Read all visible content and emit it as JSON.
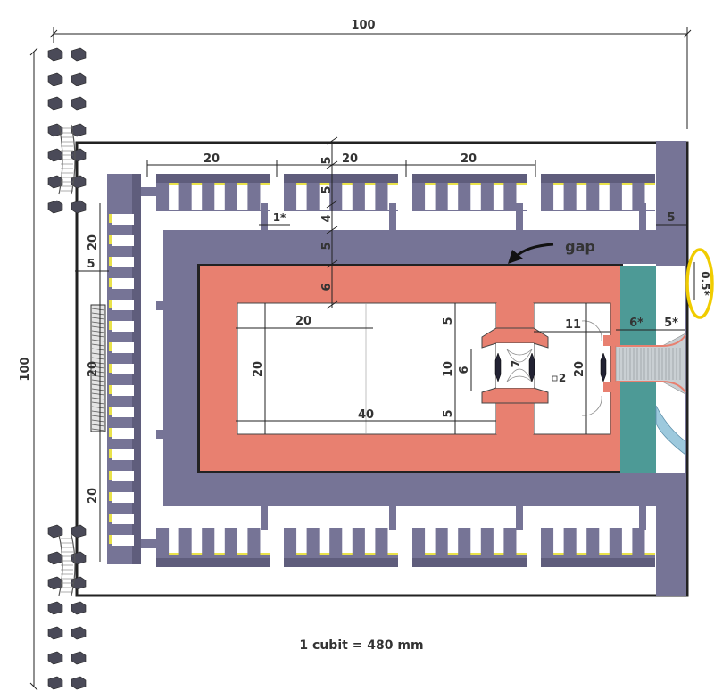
{
  "colors": {
    "wall": "#767496",
    "wall_dark": "#5f5d7c",
    "sanctuary": "#e88070",
    "teal": "#4d9a96",
    "stair": "#c9cfd3",
    "yellow_highlight": "#f0cc00",
    "light_blue": "#9dc9dd",
    "yellow_dot": "#e9e24a"
  },
  "labels": {
    "top_width": "100",
    "left_height": "100",
    "gap": "gap",
    "scale": "1 cubit = 480 mm"
  },
  "dimensions": {
    "top_row": [
      "20",
      "5",
      "20",
      "20"
    ],
    "stack_vertical": [
      "5",
      "5",
      "4",
      "5",
      "6"
    ],
    "one_star": "1*",
    "five_right": "5",
    "half_star": "0.5*",
    "left_col": [
      "20",
      "5",
      "20",
      "20"
    ],
    "inner": {
      "twenty_top": "20",
      "twenty_side": "20",
      "forty": "40",
      "five_a": "5",
      "ten": "10",
      "six": "6",
      "seven": "7",
      "two": "2",
      "five_b": "5",
      "eleven": "11",
      "twenty_right": "20",
      "six_star": "6*",
      "five_star": "5*"
    }
  },
  "icons": [
    "arrow-icon",
    "stair-icon",
    "pillar-icon"
  ]
}
